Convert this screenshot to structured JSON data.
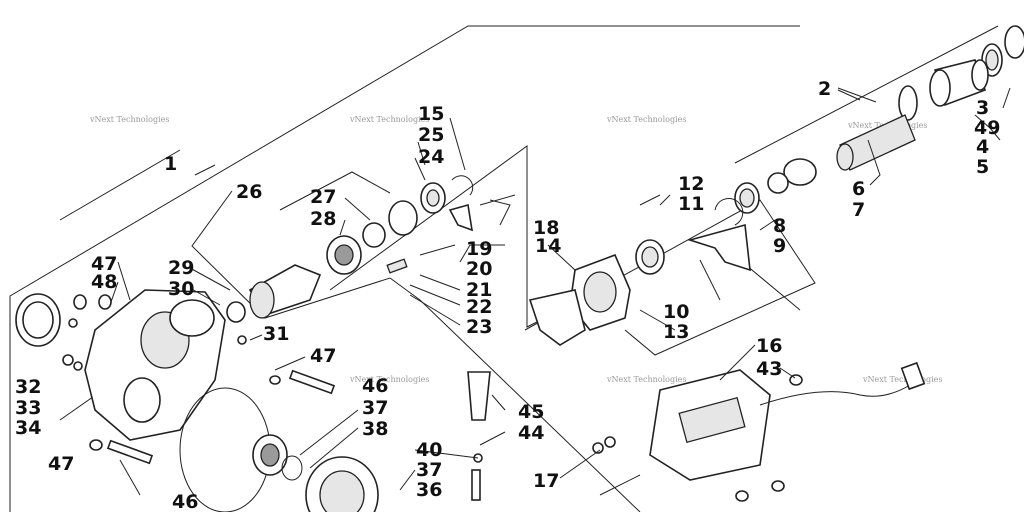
{
  "diagram": {
    "callouts": [
      "1",
      "2",
      "3",
      "49",
      "4",
      "5",
      "6",
      "7",
      "8",
      "9",
      "10",
      "11",
      "12",
      "13",
      "14",
      "15",
      "25",
      "24",
      "26",
      "27",
      "28",
      "18",
      "19",
      "20",
      "21",
      "22",
      "23",
      "29",
      "30",
      "31",
      "47",
      "48",
      "32",
      "33",
      "34",
      "46",
      "37",
      "38",
      "40",
      "36",
      "45",
      "44",
      "16",
      "43",
      "17"
    ],
    "watermark": "vNext Technologies"
  }
}
